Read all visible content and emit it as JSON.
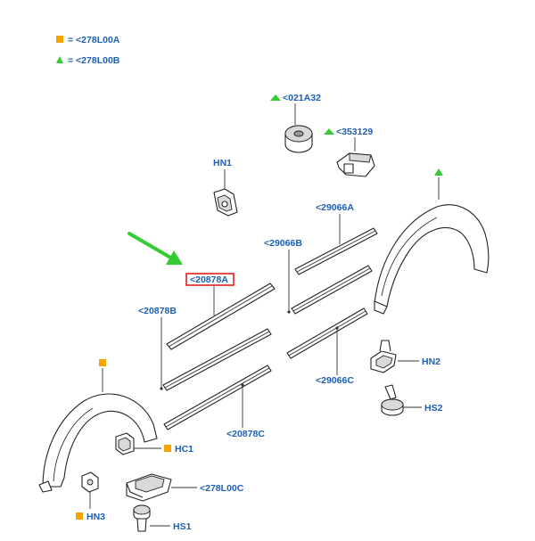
{
  "legend": {
    "items": [
      {
        "shape": "square",
        "color": "#f5a400",
        "text": "= <278L00A"
      },
      {
        "shape": "triangle",
        "color": "#33cc33",
        "text": "= <278L00B"
      }
    ]
  },
  "callouts": {
    "p021A32": "<021A32",
    "p353129": "<353129",
    "HN1": "HN1",
    "p29066A": "<29066A",
    "p29066B": "<29066B",
    "p20878A": "<20878A",
    "p20878B": "<20878B",
    "HN2": "HN2",
    "HS2": "HS2",
    "p29066C": "<29066C",
    "p20878C": "<20878C",
    "HC1": "HC1",
    "p278L00C": "<278L00C",
    "HN3": "HN3",
    "HS1": "HS1"
  },
  "colors": {
    "label": "#1c5fb4",
    "highlight_box": "#e0201b",
    "pointer_arrow": "#33cc33",
    "square_marker": "#f5a400",
    "triangle_marker": "#33cc33"
  }
}
